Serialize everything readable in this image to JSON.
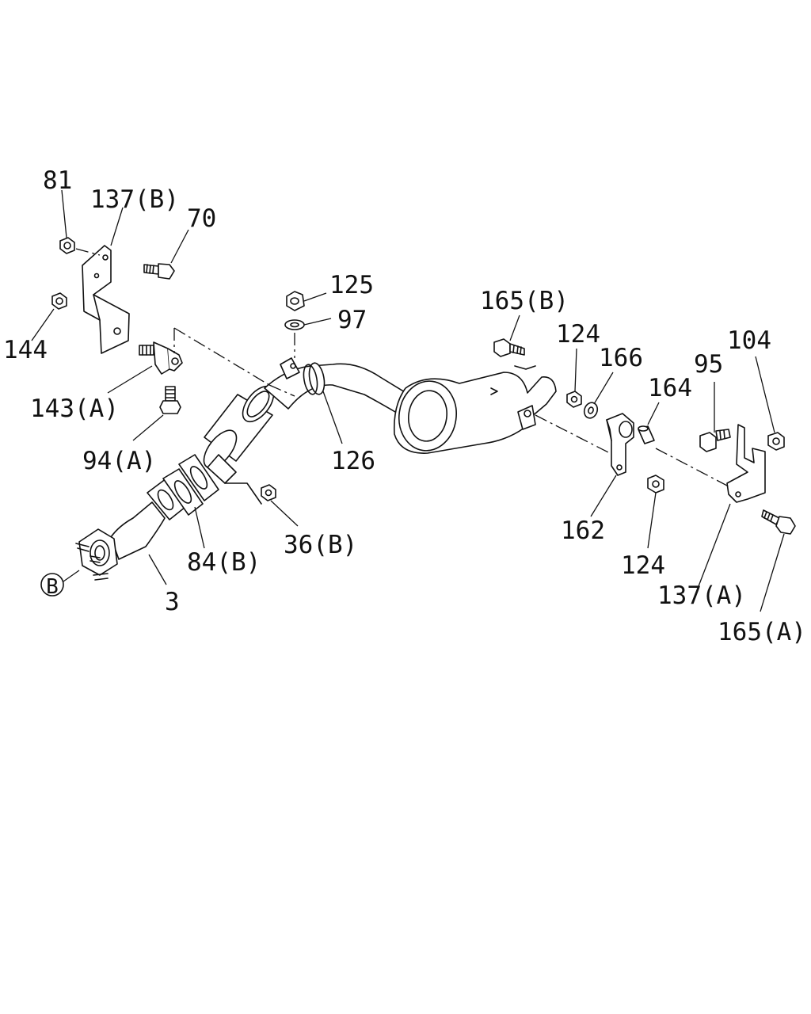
{
  "callouts": {
    "c81": "81",
    "c137b": "137(B)",
    "c70": "70",
    "c144": "144",
    "c143a": "143(A)",
    "c94a": "94(A)",
    "c125": "125",
    "c97": "97",
    "c126": "126",
    "c165b": "165(B)",
    "c124top": "124",
    "c166": "166",
    "c164": "164",
    "c95": "95",
    "c104": "104",
    "c162": "162",
    "c124bot": "124",
    "c137a": "137(A)",
    "c165a": "165(A)",
    "c36b": "36(B)",
    "c84b": "84(B)",
    "c3": "3",
    "ref_b": "B"
  }
}
